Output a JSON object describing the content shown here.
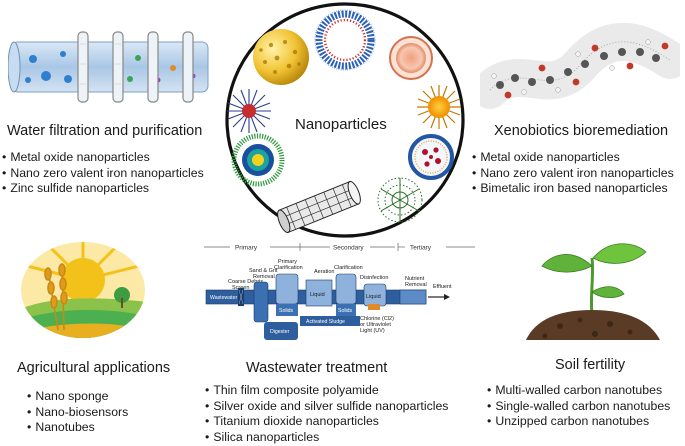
{
  "center": {
    "label": "Nanoparticles"
  },
  "water": {
    "title": "Water filtration and purification",
    "items": [
      "Metal oxide nanoparticles",
      "Nano zero valent iron nanoparticles",
      "Zinc sulfide nanoparticles"
    ]
  },
  "xeno": {
    "title": "Xenobiotics bioremediation",
    "items": [
      "Metal oxide nanoparticles",
      "Nano zero valent iron nanoparticles",
      "Bimetalic iron based nanoparticles"
    ]
  },
  "agri": {
    "title": "Agricultural applications",
    "items": [
      "Nano sponge",
      "Nano-biosensors",
      "Nanotubes"
    ]
  },
  "wastewater": {
    "title": "Wastewater treatment",
    "items": [
      "Thin film composite polyamide",
      "Silver oxide and silver sulfide nanoparticles",
      "Titanium dioxide nanoparticles",
      "Silica nanoparticles"
    ],
    "diagram": {
      "stage_primary": "Primary",
      "stage_secondary": "Secondary",
      "stage_tertiary": "Tertiary",
      "coarse1": "Coarse Debris",
      "coarse2": "Screen",
      "sand1": "Sand & Grit",
      "sand2": "Removal",
      "prim1": "Primary",
      "prim2": "Clarification",
      "aeration": "Aeration",
      "clarification": "Clarification",
      "disinfection": "Disinfection",
      "nutrient1": "Nutrient",
      "nutrient2": "Removal",
      "wastewater": "Wastewater",
      "liquid1": "Liquid",
      "liquid2": "Liquid",
      "effluent": "Effluent",
      "solids1": "Solids",
      "solids2": "Solids",
      "activated": "Activated Sludge",
      "digester": "Digester",
      "chlorine1": "Chlorine (Cl2)",
      "chlorine2": "or Ultraviolet",
      "chlorine3": "Light (UV)"
    }
  },
  "soil": {
    "title": "Soil fertility",
    "items": [
      "Multi-walled carbon nanotubes",
      "Single-walled carbon nanotubes",
      "Unzipped carbon nanotubes"
    ]
  },
  "colors": {
    "accent_blue": "#1f5fa8",
    "circle_border": "#111111",
    "sun": "#f2c21b",
    "soil": "#5a3b26",
    "leaf": "#4b9a2c"
  }
}
